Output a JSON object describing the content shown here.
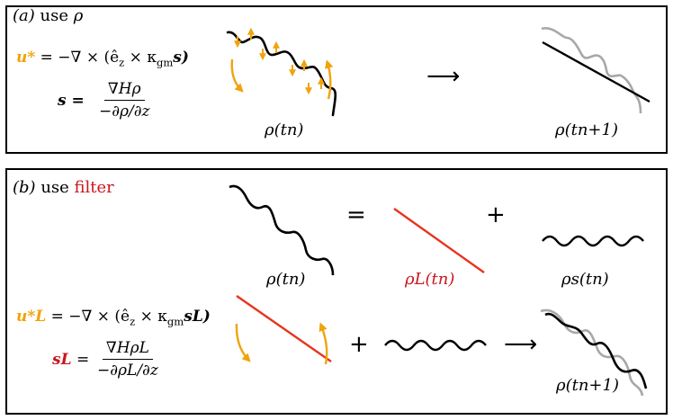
{
  "panel_a": {
    "title_prefix": "(a)",
    "title_text": "use",
    "title_symbol": "ρ",
    "eq_u_lhs": "u*",
    "eq_u_rhs": "= −∇ × (ê",
    "eq_u_z": "z",
    "eq_u_mid": " × κ",
    "eq_u_gm": "gm",
    "eq_u_end": "s)",
    "eq_s_lhs": "s =",
    "eq_s_num": "∇Hρ",
    "eq_s_den": "−∂ρ/∂z",
    "label_rho_tn": "ρ(tn)",
    "label_rho_tn1": "ρ(tn+1)",
    "arrow": "⟶"
  },
  "panel_b": {
    "title_prefix": "(b)",
    "title_text": "use",
    "title_filter": "filter",
    "equals": "=",
    "plus": "+",
    "label_rho_tn": "ρ(tn)",
    "label_rhoL_tn": "ρL(tn)",
    "label_rhos_tn": "ρs(tn)",
    "eq_uL_lhs": "u*L",
    "eq_uL_rhs": "= −∇ × (ê",
    "eq_uL_z": "z",
    "eq_uL_mid": " × κ",
    "eq_uL_gm": "gm",
    "eq_uL_end": "sL)",
    "eq_sL_lhs": "sL",
    "eq_sL_eq": "=",
    "eq_sL_num": "∇HρL",
    "eq_sL_den": "−∂ρL/∂z",
    "plus2": "+",
    "arrow": "⟶",
    "label_rho_tn1": "ρ(tn+1)"
  },
  "colors": {
    "orange": "#F0A30A",
    "red": "#C8161D",
    "red_line": "#E8341C",
    "gray": "#A8A8A8",
    "black": "#000000"
  }
}
